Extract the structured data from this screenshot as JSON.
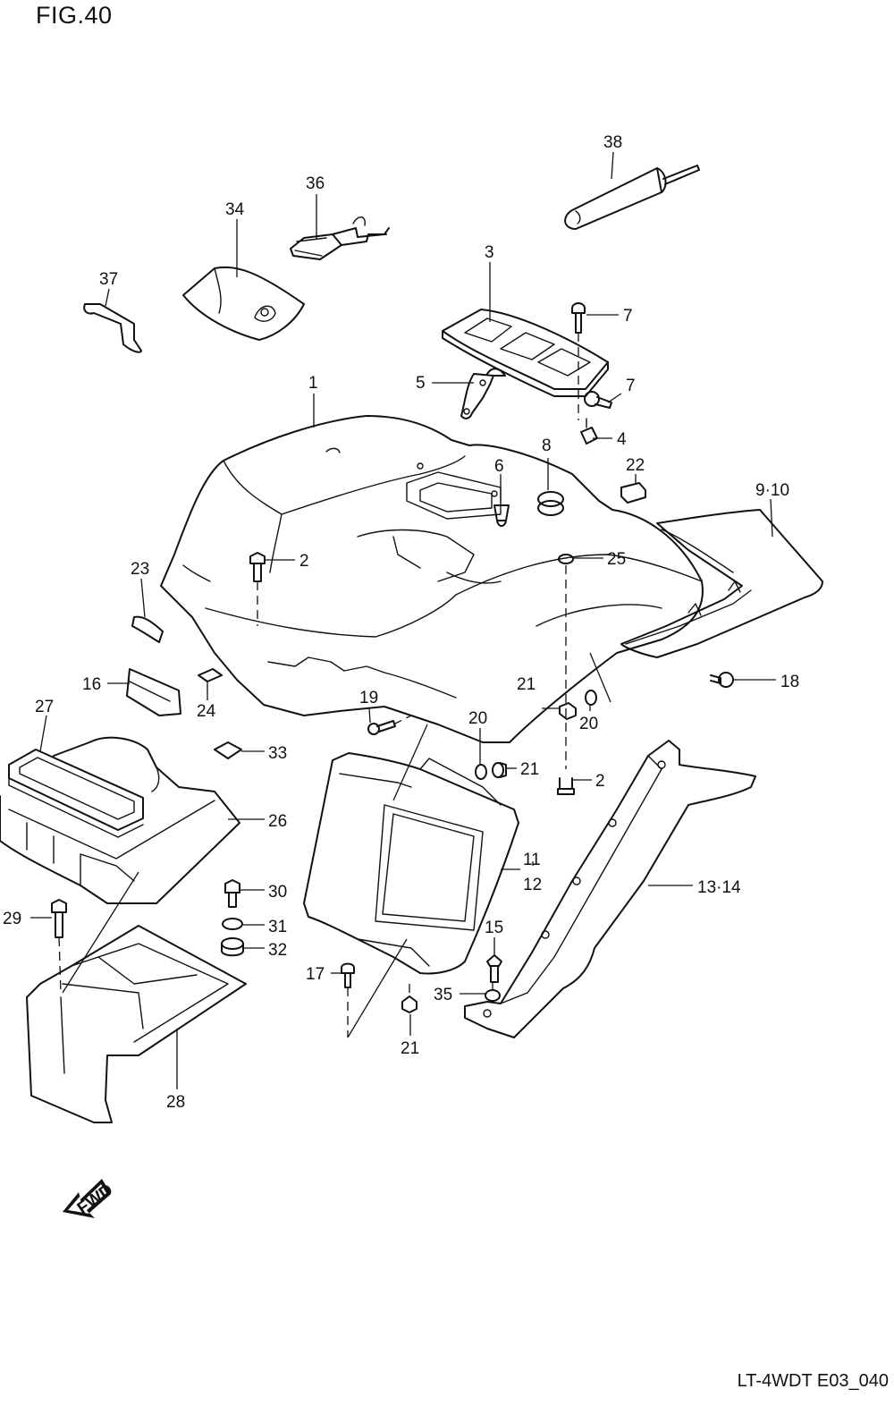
{
  "figure": {
    "title": "FIG.40",
    "reference_code": "LT-4WDT E03_040",
    "direction_arrow": "FWD"
  },
  "callouts": [
    {
      "id": "c38",
      "text": "38"
    },
    {
      "id": "c36",
      "text": "36"
    },
    {
      "id": "c34",
      "text": "34"
    },
    {
      "id": "c3",
      "text": "3"
    },
    {
      "id": "c37",
      "text": "37"
    },
    {
      "id": "c7a",
      "text": "7"
    },
    {
      "id": "c1",
      "text": "1"
    },
    {
      "id": "c5",
      "text": "5"
    },
    {
      "id": "c7b",
      "text": "7"
    },
    {
      "id": "c8",
      "text": "8"
    },
    {
      "id": "c4",
      "text": "4"
    },
    {
      "id": "c6",
      "text": "6"
    },
    {
      "id": "c22",
      "text": "22"
    },
    {
      "id": "c910",
      "text": "9·10"
    },
    {
      "id": "c2a",
      "text": "2"
    },
    {
      "id": "c25",
      "text": "25"
    },
    {
      "id": "c23",
      "text": "23"
    },
    {
      "id": "c18",
      "text": "18"
    },
    {
      "id": "c16",
      "text": "16"
    },
    {
      "id": "c24",
      "text": "24"
    },
    {
      "id": "c19",
      "text": "19"
    },
    {
      "id": "c21a",
      "text": "21"
    },
    {
      "id": "c20a",
      "text": "20"
    },
    {
      "id": "c20b",
      "text": "20"
    },
    {
      "id": "c27",
      "text": "27"
    },
    {
      "id": "c33",
      "text": "33"
    },
    {
      "id": "c21b",
      "text": "21"
    },
    {
      "id": "c2b",
      "text": "2"
    },
    {
      "id": "c26",
      "text": "26"
    },
    {
      "id": "c11",
      "text": "11"
    },
    {
      "id": "c12",
      "text": "12"
    },
    {
      "id": "c1314",
      "text": "13·14"
    },
    {
      "id": "c30",
      "text": "30"
    },
    {
      "id": "c29",
      "text": "29"
    },
    {
      "id": "c31",
      "text": "31"
    },
    {
      "id": "c32",
      "text": "32"
    },
    {
      "id": "c15",
      "text": "15"
    },
    {
      "id": "c17",
      "text": "17"
    },
    {
      "id": "c35",
      "text": "35"
    },
    {
      "id": "c21c",
      "text": "21"
    },
    {
      "id": "c28",
      "text": "28"
    }
  ]
}
